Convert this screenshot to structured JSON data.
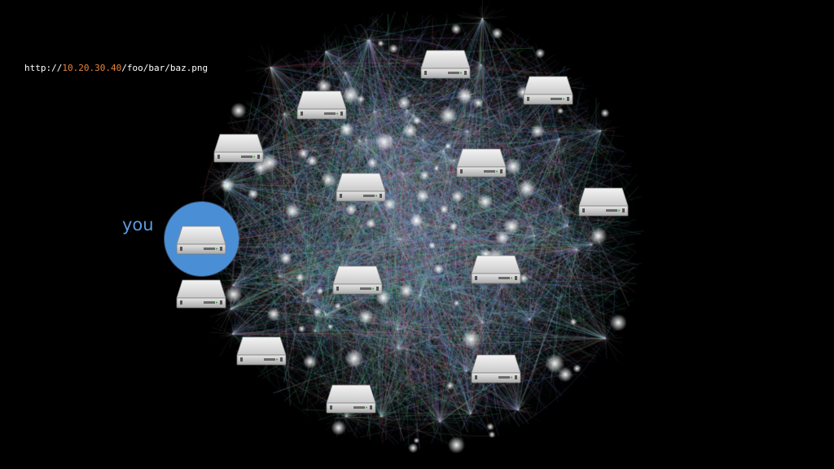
{
  "url": {
    "prefix": "http://",
    "ip": "10.20.30.40",
    "path": "/foo/bar/baz.png"
  },
  "you_label": "you",
  "colors": {
    "background": "#000000",
    "url_text": "#ffffff",
    "url_ip": "#e8843a",
    "you_label": "#5b9be0",
    "you_highlight": "#4a8fd6"
  },
  "nodes": [
    {
      "id": "you",
      "highlighted": true,
      "icon": "server-icon"
    },
    {
      "id": "n1",
      "highlighted": false,
      "icon": "server-icon"
    },
    {
      "id": "n2",
      "highlighted": false,
      "icon": "server-icon"
    },
    {
      "id": "n3",
      "highlighted": false,
      "icon": "server-icon"
    },
    {
      "id": "n4",
      "highlighted": false,
      "icon": "server-icon"
    },
    {
      "id": "n5",
      "highlighted": false,
      "icon": "server-icon"
    },
    {
      "id": "n6",
      "highlighted": false,
      "icon": "server-icon"
    },
    {
      "id": "n7",
      "highlighted": false,
      "icon": "server-icon"
    },
    {
      "id": "n8",
      "highlighted": false,
      "icon": "server-icon"
    },
    {
      "id": "n9",
      "highlighted": false,
      "icon": "server-icon"
    },
    {
      "id": "n10",
      "highlighted": false,
      "icon": "server-icon"
    },
    {
      "id": "n11",
      "highlighted": false,
      "icon": "server-icon"
    },
    {
      "id": "n12",
      "highlighted": false,
      "icon": "server-icon"
    },
    {
      "id": "n13",
      "highlighted": false,
      "icon": "server-icon"
    },
    {
      "id": "n14",
      "highlighted": false,
      "icon": "server-icon"
    },
    {
      "id": "n15",
      "highlighted": false,
      "icon": "server-icon"
    }
  ]
}
